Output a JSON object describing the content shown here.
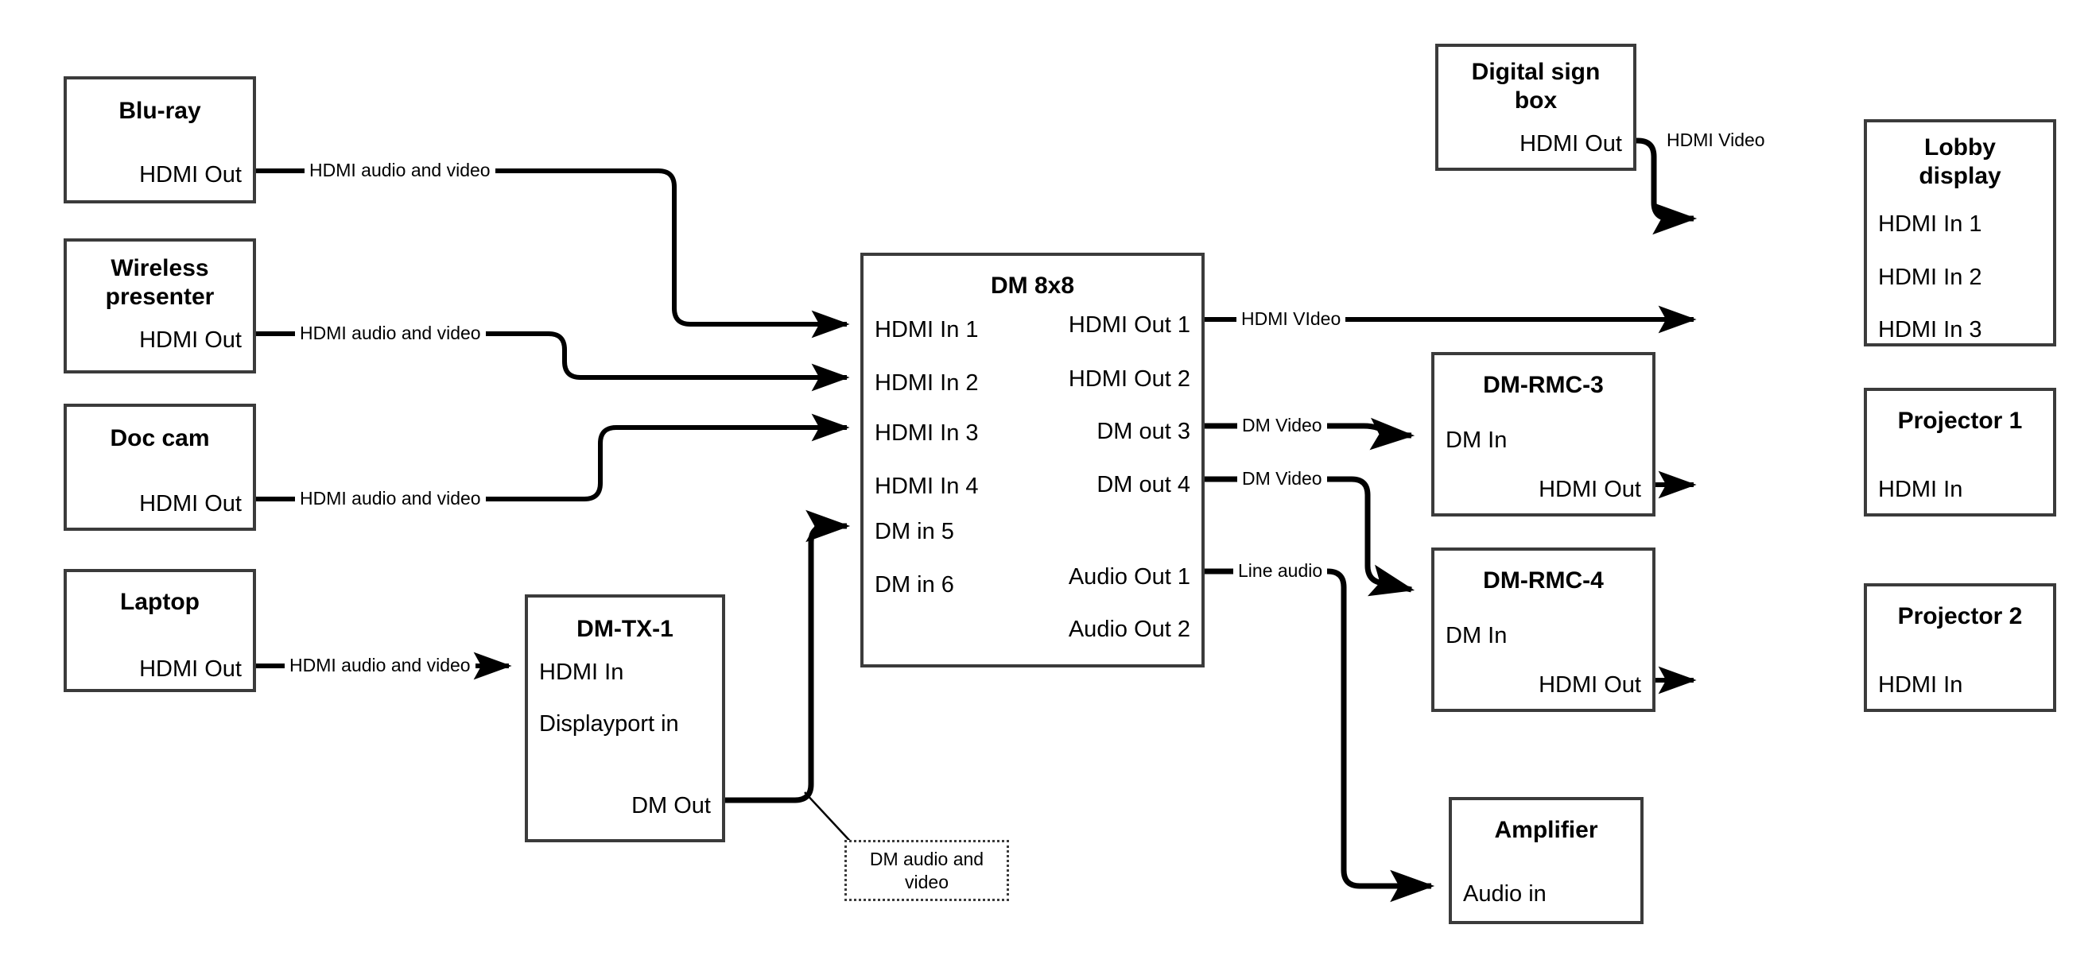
{
  "diagram": {
    "title": "AV signal flow: DM 8x8 matrix routing",
    "line_color": "#000000",
    "box_border_color": "#3b3b3b",
    "background": "#ffffff"
  },
  "nodes": {
    "bluray": {
      "title": "Blu-ray",
      "ports": {
        "out1": "HDMI Out"
      }
    },
    "wireless": {
      "title": "Wireless\npresenter",
      "title_line1": "Wireless",
      "title_line2": "presenter",
      "ports": {
        "out1": "HDMI Out"
      }
    },
    "doccam": {
      "title": "Doc cam",
      "ports": {
        "out1": "HDMI Out"
      }
    },
    "laptop": {
      "title": "Laptop",
      "ports": {
        "out1": "HDMI Out"
      }
    },
    "dmtx1": {
      "title": "DM-TX-1",
      "ports": {
        "in1": "HDMI In",
        "in2": "Displayport in",
        "out1": "DM Out"
      }
    },
    "dm8x8": {
      "title": "DM 8x8",
      "inputs": [
        "HDMI In 1",
        "HDMI In 2",
        "HDMI In 3",
        "HDMI In 4",
        "DM in 5",
        "DM in 6"
      ],
      "outputs": [
        "HDMI Out 1",
        "HDMI Out 2",
        "DM out 3",
        "DM out 4",
        "Audio Out 1",
        "Audio Out 2"
      ]
    },
    "signbox": {
      "title_line1": "Digital sign",
      "title_line2": "box",
      "ports": {
        "out1": "HDMI Out"
      }
    },
    "lobby": {
      "title_line1": "Lobby",
      "title_line2": "display",
      "inputs": [
        "HDMI In 1",
        "HDMI In 2",
        "HDMI In 3"
      ]
    },
    "dmrmc3": {
      "title": "DM-RMC-3",
      "ports": {
        "in1": "DM In",
        "out1": "HDMI Out"
      }
    },
    "dmrmc4": {
      "title": "DM-RMC-4",
      "ports": {
        "in1": "DM In",
        "out1": "HDMI Out"
      }
    },
    "projector1": {
      "title": "Projector 1",
      "ports": {
        "in1": "HDMI In"
      }
    },
    "projector2": {
      "title": "Projector 2",
      "ports": {
        "in1": "HDMI In"
      }
    },
    "amplifier": {
      "title": "Amplifier",
      "ports": {
        "in1": "Audio in"
      }
    }
  },
  "wire_labels": {
    "bluray_to_dm": "HDMI audio and video",
    "wireless_to_dm": "HDMI audio and video",
    "doccam_to_dm": "HDMI audio and video",
    "laptop_to_dmtx": "HDMI audio and video",
    "signbox_to_lobby": "HDMI Video",
    "dm_hdmiout1": "HDMI VIdeo",
    "dm_dmout3": "DM Video",
    "dm_dmout4": "DM Video",
    "dm_audioout1": "Line audio"
  },
  "callouts": {
    "dm_av": {
      "line1": "DM audio and",
      "line2": "video"
    }
  }
}
